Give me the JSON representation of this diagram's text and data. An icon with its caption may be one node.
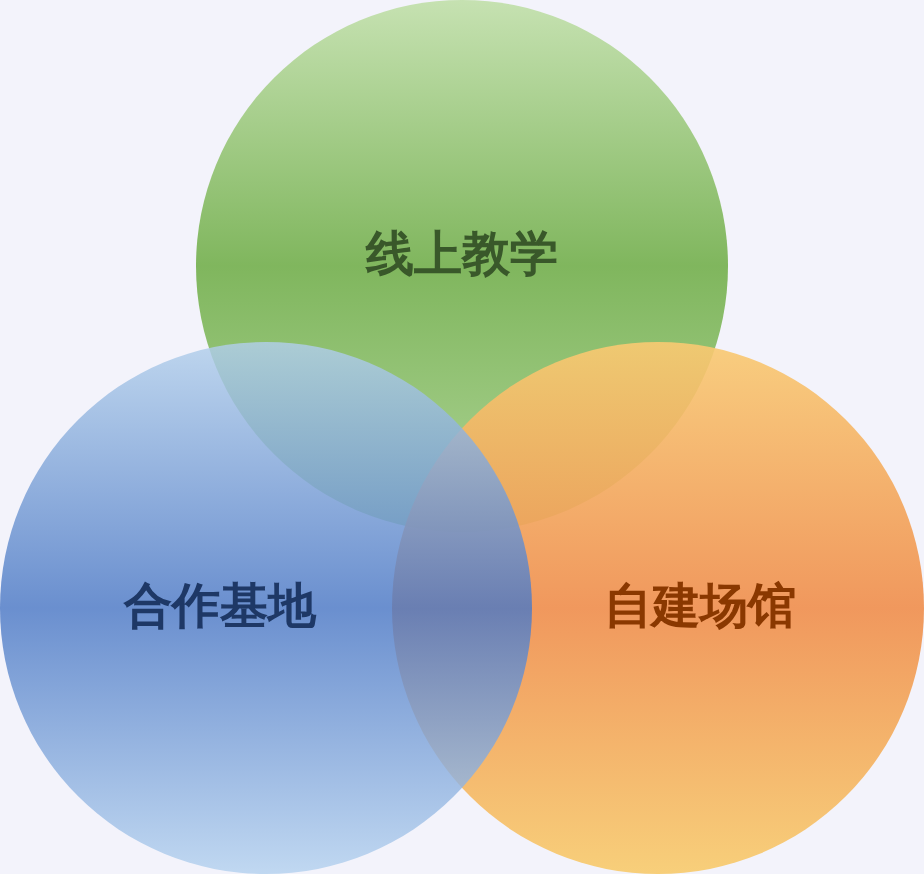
{
  "diagram": {
    "nodes": [
      {
        "text": [
          "线上教学"
        ]
      },
      {
        "text": [
          "合作基地"
        ]
      },
      {
        "text": [
          "自建场馆"
        ]
      }
    ]
  }
}
